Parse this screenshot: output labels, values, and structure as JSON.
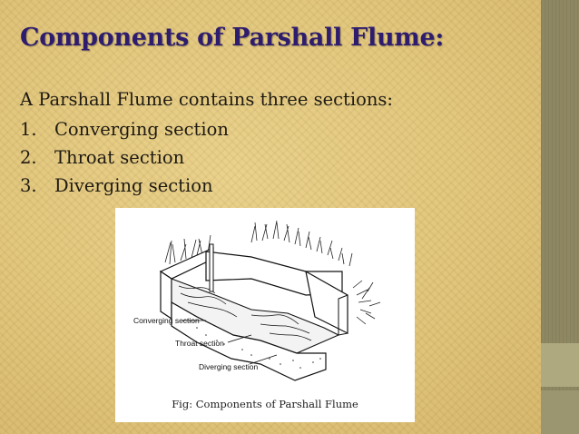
{
  "slide": {
    "title": "Components of Parshall Flume:",
    "intro": "A Parshall Flume contains three sections:",
    "sections": [
      {
        "num": "1.",
        "label": "Converging section"
      },
      {
        "num": "2.",
        "label": "Throat section"
      },
      {
        "num": "3.",
        "label": "Diverging section"
      }
    ],
    "figure": {
      "labels": {
        "converging": "Converging section",
        "throat": "Throat section",
        "diverging": "Diverging section"
      },
      "caption": "Fig: Components of Parshall Flume"
    }
  },
  "colors": {
    "title": "#2e1d6e",
    "background": "#e0c47a",
    "sidebar": "#8e8762"
  }
}
